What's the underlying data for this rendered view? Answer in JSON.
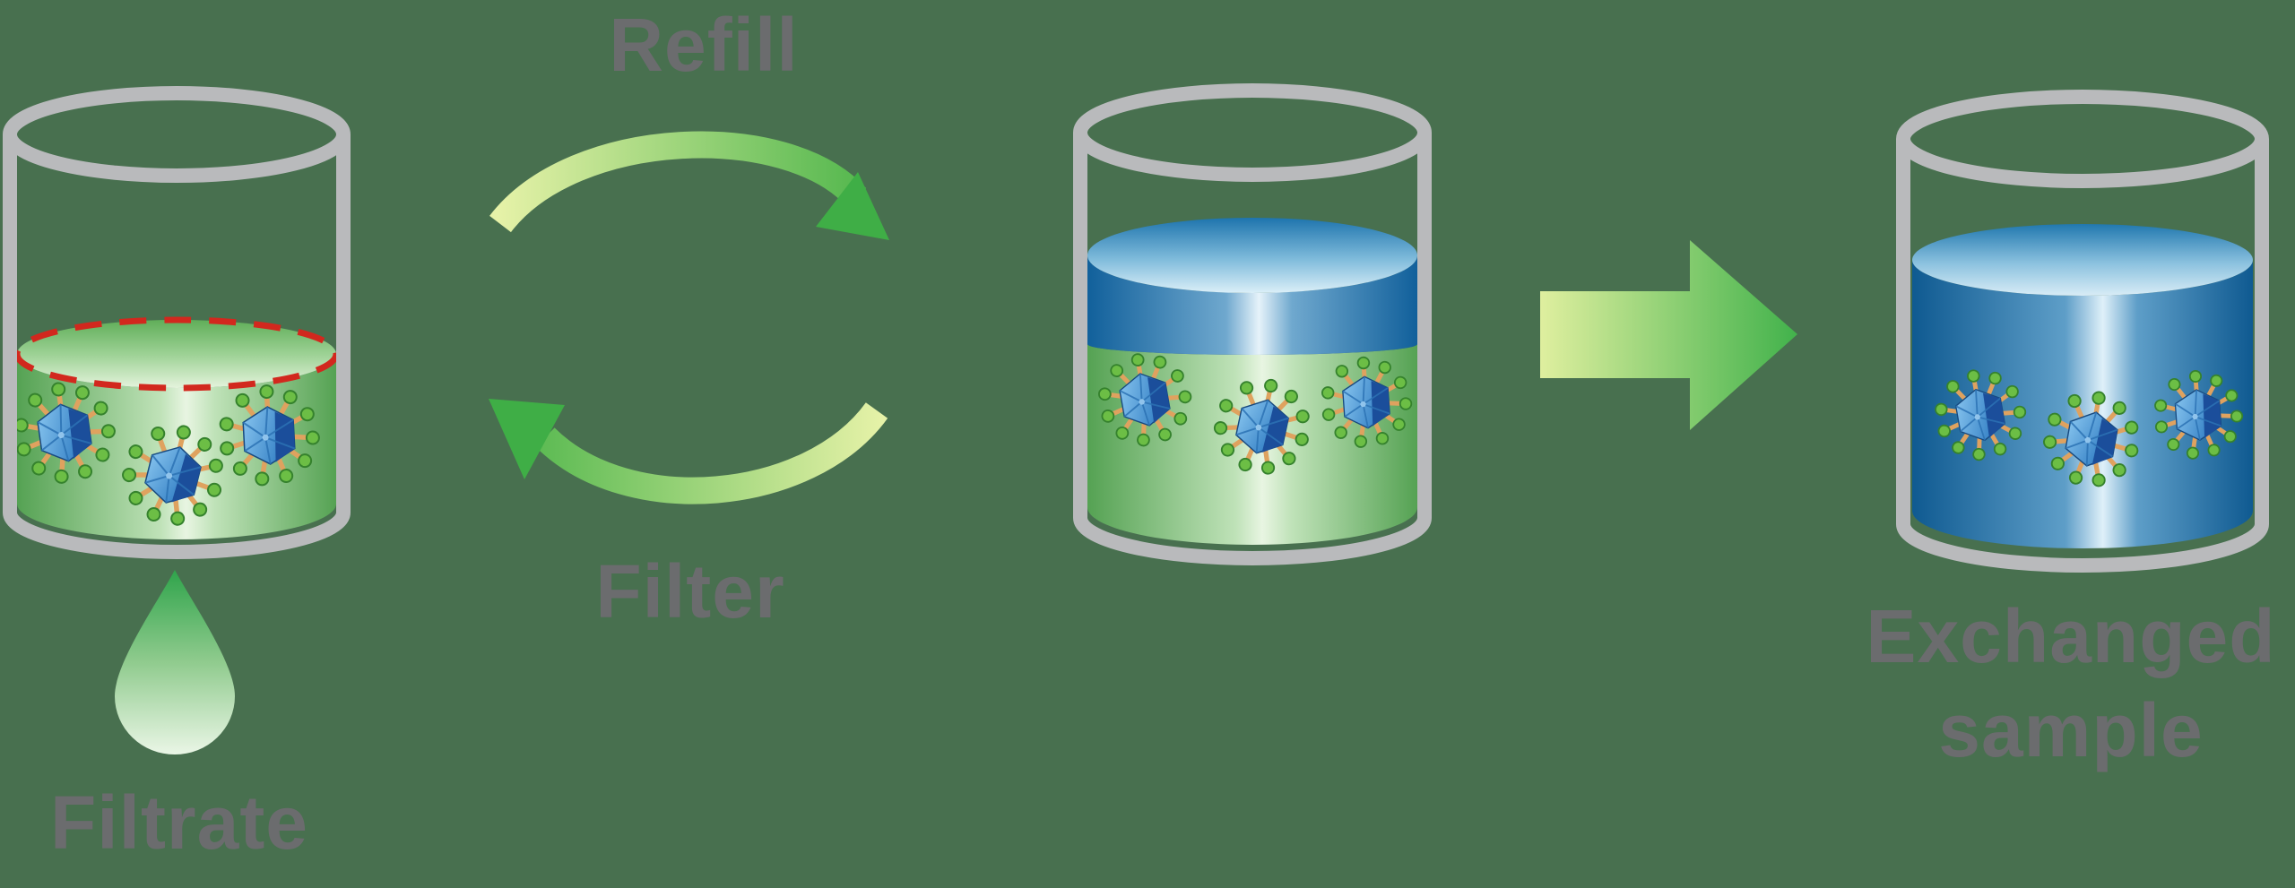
{
  "background_color": "#48704F",
  "labels": {
    "refill": "Refill",
    "filter": "Filter",
    "filtrate": "Filtrate",
    "exchanged_sample": "Exchanged\nsample"
  },
  "colors": {
    "background": "#48704F",
    "label_text": "#6B6C6E",
    "glass_outline": "#B9BABC",
    "green_liquid_edge": "#55A253",
    "green_liquid_center": "#E8F5E2",
    "blue_liquid_edge": "#11609B",
    "blue_liquid_center": "#E6F3FA",
    "level_marker_red": "#D2281E",
    "arrow_gradient_light": "#E6F2A8",
    "arrow_gradient_dark": "#3FAE46",
    "big_arrow_light": "#DFEF9F",
    "big_arrow_dark": "#3FB14A",
    "drop_top": "#2FA44B",
    "drop_bottom": "#EAF6E6",
    "virus_body_blue": "#2E7BC2",
    "virus_body_dark": "#1B4E9B",
    "virus_spike_orange": "#DFA25F",
    "virus_tip_green": "#6CBE45"
  },
  "scene": {
    "beakers": [
      {
        "name": "filtrate-beaker",
        "position": "left",
        "liquid": "green",
        "particle_count": 3,
        "level_marker": "red-dashed-ellipse"
      },
      {
        "name": "refill-beaker",
        "position": "center",
        "liquids": [
          "blue",
          "green"
        ],
        "particle_count": 3
      },
      {
        "name": "exchanged-sample-beaker",
        "position": "right",
        "liquid": "blue",
        "particle_count": 3
      }
    ],
    "arrows": [
      {
        "name": "refill-arrow",
        "direction": "clockwise-top",
        "label_ref": "refill"
      },
      {
        "name": "filter-arrow",
        "direction": "counterclockwise-bottom",
        "label_ref": "filter"
      },
      {
        "name": "exchange-arrow",
        "direction": "right"
      }
    ],
    "drop": {
      "name": "filtrate-drop",
      "label_ref": "filtrate"
    }
  }
}
